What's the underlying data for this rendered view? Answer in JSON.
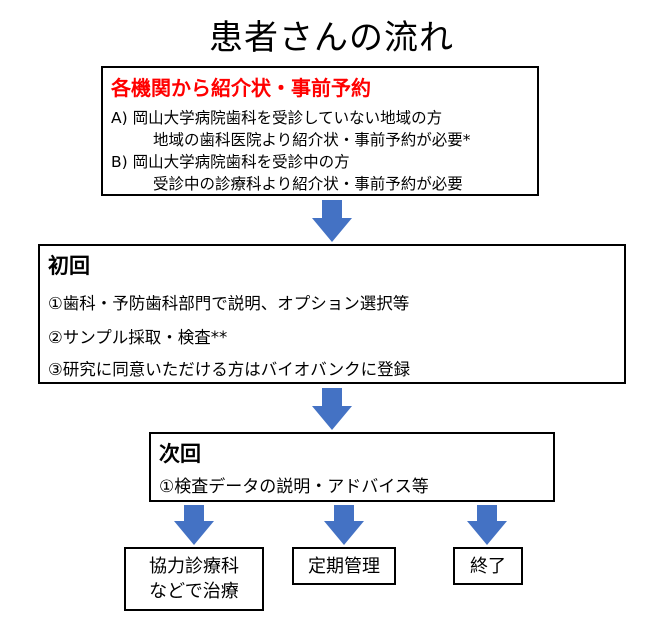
{
  "title": "患者さんの流れ",
  "referral": {
    "heading": "各機関から紹介状・事前予約",
    "a_line1": "A)  岡山大学病院歯科を受診していない地域の方",
    "a_line2": "地域の歯科医院より紹介状・事前予約が必要*",
    "b_line1": "B)  岡山大学病院歯科を受診中の方",
    "b_line2": "受診中の診療科より紹介状・事前予約が必要"
  },
  "first_visit": {
    "heading": "初回",
    "step1": "①歯科・予防歯科部門で説明、オプション選択等",
    "step2": "②サンプル採取・検査**",
    "step3": "③研究に同意いただける方はバイオバンクに登録"
  },
  "next_visit": {
    "heading": "次回",
    "step1": "①検査データの説明・アドバイス等"
  },
  "outcomes": {
    "treatment_line1": "協力診療科",
    "treatment_line2": "などで治療",
    "maintenance": "定期管理",
    "end": "終了"
  },
  "colors": {
    "arrow": "#4472c4",
    "heading_red": "#ff0000"
  }
}
